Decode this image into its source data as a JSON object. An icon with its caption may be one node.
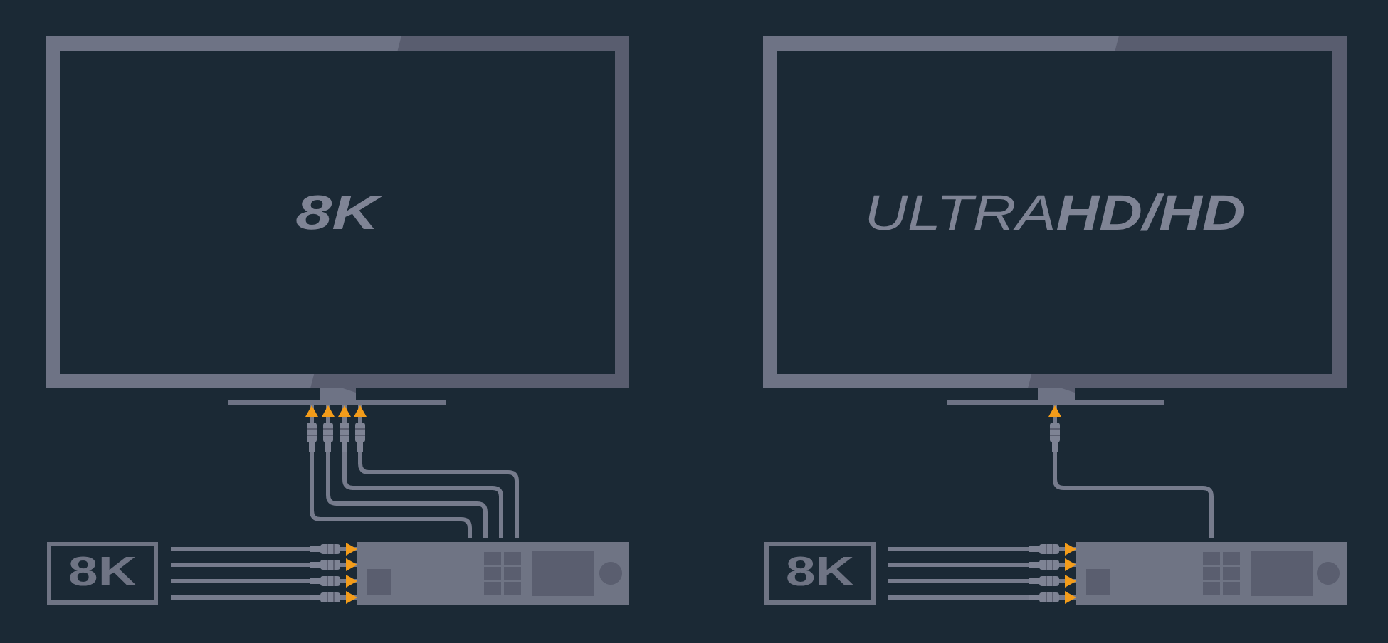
{
  "diagram": {
    "nodes": [
      {
        "text": [
          "8K"
        ]
      },
      {
        "text": [
          "ULTRA**HD/HD**"
        ]
      },
      {
        "text": [
          "8K"
        ]
      },
      {
        "text": [],
        "shape": "box"
      },
      {
        "text": [
          "8K"
        ]
      },
      {
        "text": [],
        "shape": "box"
      }
    ],
    "edges": [
      {
        "from": 2,
        "to": 3,
        "arrow": "to"
      },
      {
        "from": 2,
        "to": 3,
        "arrow": "to"
      },
      {
        "from": 2,
        "to": 3,
        "arrow": "to"
      },
      {
        "from": 2,
        "to": 3,
        "arrow": "to"
      },
      {
        "from": 3,
        "to": 0,
        "arrow": "to"
      },
      {
        "from": 3,
        "to": 0,
        "arrow": "to"
      },
      {
        "from": 3,
        "to": 0,
        "arrow": "to"
      },
      {
        "from": 3,
        "to": 0,
        "arrow": "to"
      },
      {
        "from": 4,
        "to": 5,
        "arrow": "to"
      },
      {
        "from": 4,
        "to": 5,
        "arrow": "to"
      },
      {
        "from": 4,
        "to": 5,
        "arrow": "to"
      },
      {
        "from": 4,
        "to": 5,
        "arrow": "to"
      },
      {
        "from": 5,
        "to": 1,
        "arrow": "to"
      }
    ]
  }
}
